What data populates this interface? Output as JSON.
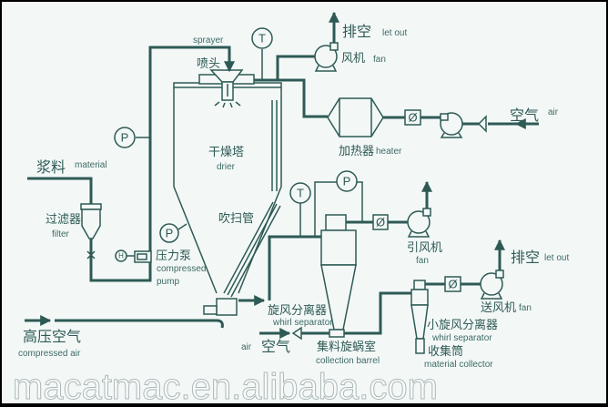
{
  "labels": {
    "sprayer": "sprayer",
    "nozzle_cn": "喷头",
    "T": "T",
    "P": "P",
    "H": "H",
    "letout_cn": "排空",
    "letout_en": "let out",
    "fan_cn": "风机",
    "fan_en": "fan",
    "air_cn": "空气",
    "air_en": "air",
    "heater_cn": "加热器",
    "heater_en": "heater",
    "drier_cn": "干燥塔",
    "drier_en": "drier",
    "material_cn": "浆料",
    "material_en": "material",
    "filter_cn": "过滤器",
    "filter_en": "filter",
    "pump_cn": "压力泵",
    "pump_en1": "compressed",
    "pump_en2": "pump",
    "blow_cn": "吹扫管",
    "comp_air_cn": "高压空气",
    "comp_air_en": "compressed air",
    "whirl_cn": "旋风分离器",
    "whirl_en": "whirl separator",
    "induced_fan_cn": "引风机",
    "induced_fan_en": "fan",
    "collect_cn": "集料旋蜗室",
    "collect_en": "collection barrel",
    "blower_cn": "送风机",
    "blower_en": "fan",
    "small_whirl_cn": "小旋风分离器",
    "small_whirl_en": "whirl separator",
    "collector_cn": "收集筒",
    "collector_en": "material collector",
    "damper": "Ø"
  },
  "watermark": "macatmac.en.alibaba.com",
  "colors": {
    "line": "#2e5a55",
    "background": "#f3f8f7"
  }
}
